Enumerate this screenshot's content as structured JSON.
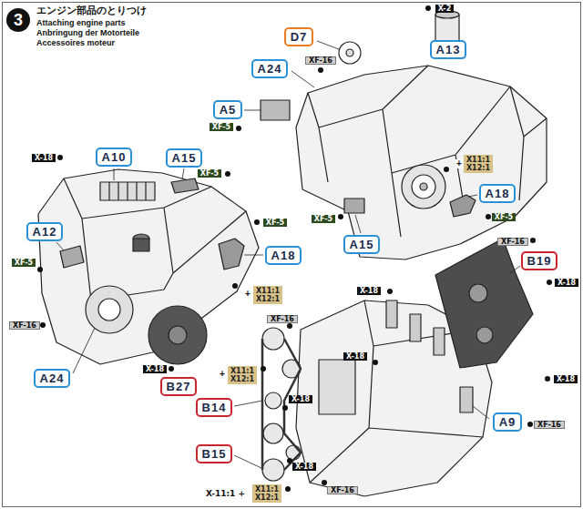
{
  "diagram": {
    "title": "エンジン部品のとりつけ",
    "nodes": [
      {
        "text": [
          "3"
        ]
      },
      {
        "text": [
          "X-2"
        ]
      },
      {
        "text": [
          "D7"
        ]
      },
      {
        "text": [
          "A13"
        ]
      },
      {
        "text": [
          "XF-16"
        ]
      },
      {
        "text": [
          "A24"
        ]
      },
      {
        "text": [
          "A5"
        ]
      },
      {
        "text": [
          "XF-5"
        ]
      },
      {
        "text": [
          "X-18"
        ]
      },
      {
        "text": [
          "A10"
        ]
      },
      {
        "text": [
          "A15"
        ]
      },
      {
        "text": [
          "X11:1",
          "X12:1"
        ]
      },
      {
        "text": [
          "XF-5"
        ]
      },
      {
        "text": [
          "A18"
        ]
      },
      {
        "text": [
          "XF-5"
        ]
      },
      {
        "text": [
          "XF-5"
        ]
      },
      {
        "text": [
          "XF-5"
        ]
      },
      {
        "text": [
          "A12"
        ]
      },
      {
        "text": [
          "A15"
        ]
      },
      {
        "text": [
          "XF-16"
        ]
      },
      {
        "text": [
          "A18"
        ]
      },
      {
        "text": [
          "B19"
        ]
      },
      {
        "text": [
          "XF-5"
        ]
      },
      {
        "text": [
          "X-18"
        ]
      },
      {
        "text": [
          "X11:1",
          "X12:1"
        ]
      },
      {
        "text": [
          "X-18"
        ]
      },
      {
        "text": [
          "XF-16"
        ]
      },
      {
        "text": [
          "XF-16"
        ]
      },
      {
        "text": [
          "X-18"
        ]
      },
      {
        "text": [
          "A24"
        ]
      },
      {
        "text": [
          "X11:1",
          "X12:1"
        ]
      },
      {
        "text": [
          "X-18"
        ]
      },
      {
        "text": [
          "B27"
        ]
      },
      {
        "text": [
          "X-18"
        ]
      },
      {
        "text": [
          "X-18"
        ]
      },
      {
        "text": [
          "B14"
        ]
      },
      {
        "text": [
          "A9"
        ]
      },
      {
        "text": [
          "XF-16"
        ]
      },
      {
        "text": [
          "B15"
        ]
      },
      {
        "text": [
          "X-18"
        ]
      },
      {
        "text": [
          "X11:1",
          "X12:1"
        ]
      },
      {
        "text": [
          "XF-16"
        ]
      }
    ],
    "labels": [
      "Attaching engine parts",
      "Anbringung der Motorteile",
      "Accessoires moteur",
      "+",
      "+",
      "+",
      "X-11:1 +"
    ]
  }
}
